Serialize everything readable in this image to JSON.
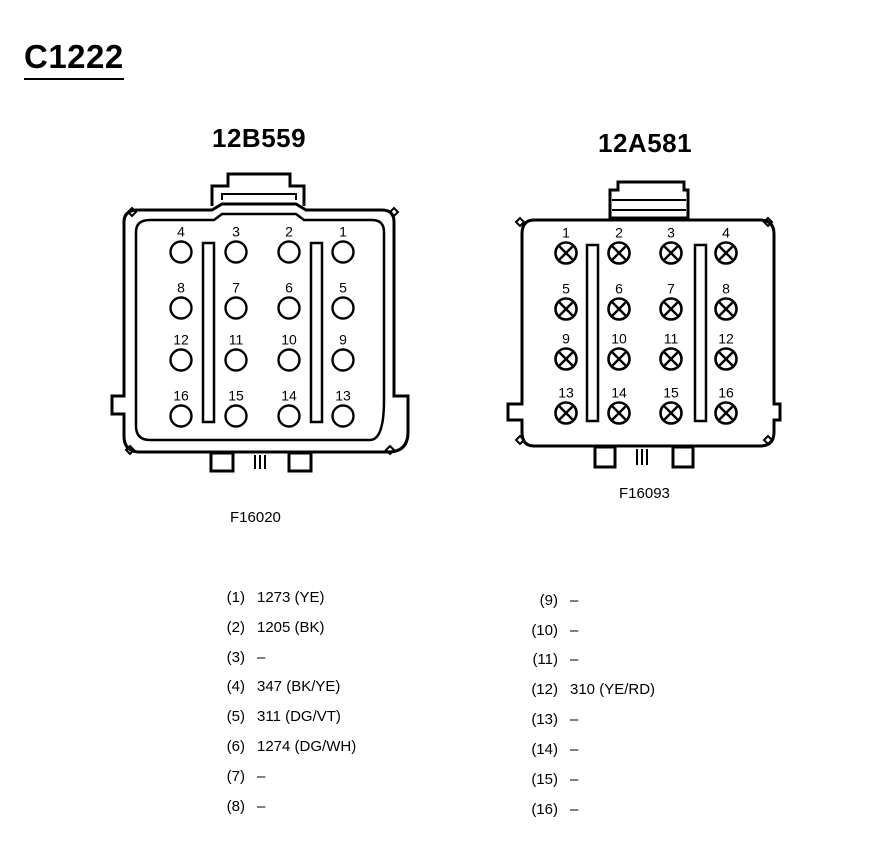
{
  "title": "C1222",
  "connectors": [
    {
      "name": "12B559",
      "figure": "F16020",
      "pin_labels": [
        "1",
        "2",
        "3",
        "4",
        "5",
        "6",
        "7",
        "8",
        "9",
        "10",
        "11",
        "12",
        "13",
        "14",
        "15",
        "16"
      ],
      "pin_style": "open-circle"
    },
    {
      "name": "12A581",
      "figure": "F16093",
      "pin_labels": [
        "1",
        "2",
        "3",
        "4",
        "5",
        "6",
        "7",
        "8",
        "9",
        "10",
        "11",
        "12",
        "13",
        "14",
        "15",
        "16"
      ],
      "pin_style": "crossed-circle"
    }
  ],
  "pins": [
    {
      "num": "(1)",
      "value": "1273 (YE)"
    },
    {
      "num": "(2)",
      "value": "1205 (BK)"
    },
    {
      "num": "(3)",
      "value": "–"
    },
    {
      "num": "(4)",
      "value": "347 (BK/YE)"
    },
    {
      "num": "(5)",
      "value": "311 (DG/VT)"
    },
    {
      "num": "(6)",
      "value": "1274 (DG/WH)"
    },
    {
      "num": "(7)",
      "value": "–"
    },
    {
      "num": "(8)",
      "value": "–"
    },
    {
      "num": "(9)",
      "value": "–"
    },
    {
      "num": "(10)",
      "value": "–"
    },
    {
      "num": "(11)",
      "value": "–"
    },
    {
      "num": "(12)",
      "value": "310 (YE/RD)"
    },
    {
      "num": "(13)",
      "value": "–"
    },
    {
      "num": "(14)",
      "value": "–"
    },
    {
      "num": "(15)",
      "value": "–"
    },
    {
      "num": "(16)",
      "value": "–"
    }
  ]
}
